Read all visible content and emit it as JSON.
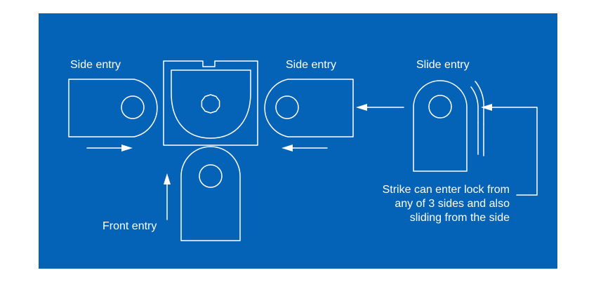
{
  "labels": {
    "side_entry_left": "Side entry",
    "side_entry_right": "Side entry",
    "slide_entry": "Slide entry",
    "front_entry": "Front entry"
  },
  "note_lines": [
    "Strike can enter lock from",
    "any of 3 sides and also",
    "sliding from the side"
  ],
  "colors": {
    "background": "#0563b7",
    "line": "#ffffff"
  }
}
